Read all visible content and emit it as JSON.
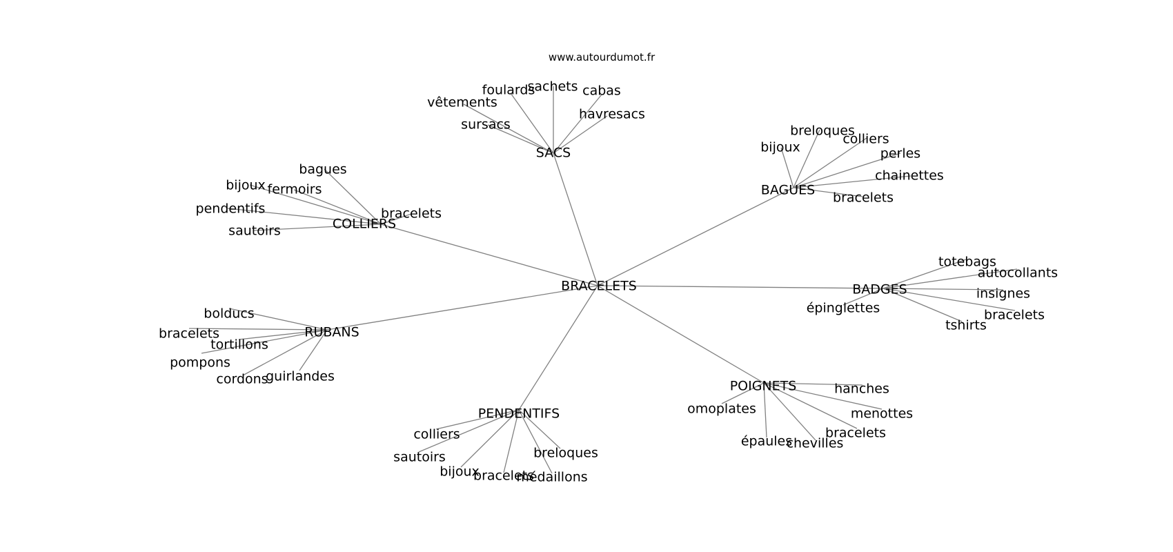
{
  "source": "www.autourdumot.fr",
  "graph": {
    "center": "BRACELETS",
    "branches": [
      {
        "label": "SACS",
        "leaves": [
          "foulards",
          "sachets",
          "cabas",
          "vêtements",
          "sursacs",
          "havresacs"
        ]
      },
      {
        "label": "BAGUES",
        "leaves": [
          "breloques",
          "colliers",
          "bijoux",
          "perles",
          "chainettes",
          "bracelets"
        ]
      },
      {
        "label": "COLLIERS",
        "leaves": [
          "bagues",
          "bijoux",
          "fermoirs",
          "pendentifs",
          "sautoirs",
          "bracelets"
        ]
      },
      {
        "label": "BADGES",
        "leaves": [
          "totebags",
          "autocollants",
          "insignes",
          "épinglettes",
          "bracelets",
          "tshirts"
        ]
      },
      {
        "label": "RUBANS",
        "leaves": [
          "bolducs",
          "bracelets",
          "tortillons",
          "pompons",
          "cordons",
          "guirlandes"
        ]
      },
      {
        "label": "POIGNETS",
        "leaves": [
          "hanches",
          "omoplates",
          "menottes",
          "bracelets",
          "épaules",
          "chevilles"
        ]
      },
      {
        "label": "PENDENTIFS",
        "leaves": [
          "colliers",
          "sautoirs",
          "breloques",
          "bijoux",
          "bracelets",
          "médaillons"
        ]
      }
    ]
  }
}
